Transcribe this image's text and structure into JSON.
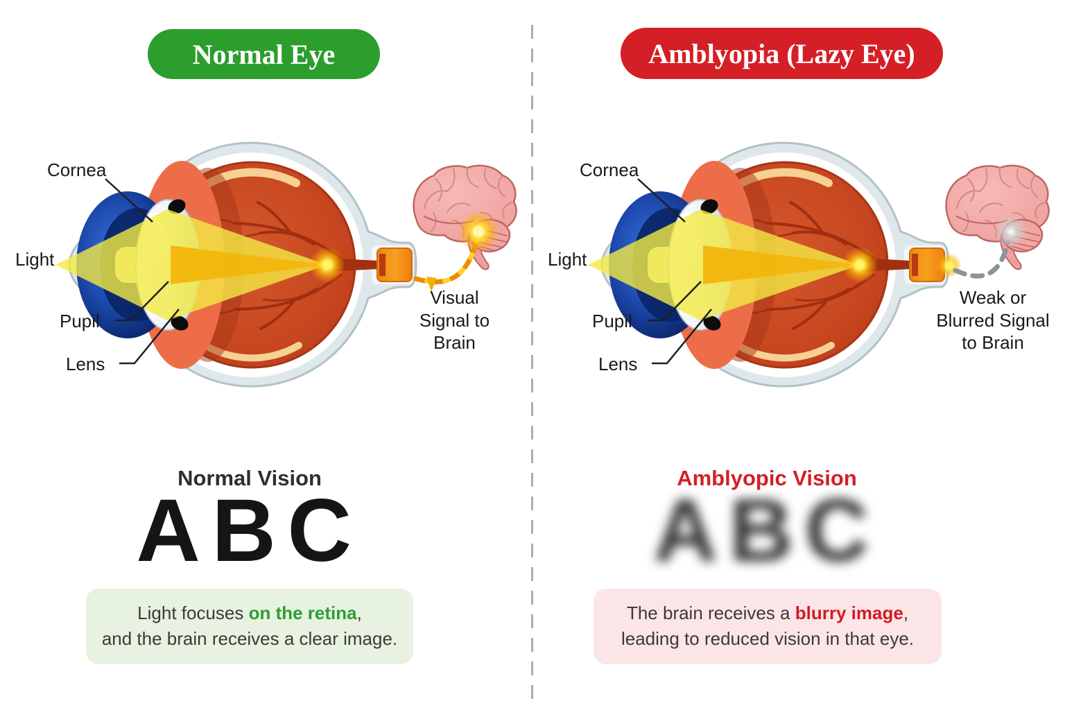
{
  "colors": {
    "normal_accent": "#2b9e2c",
    "amblyopia_accent": "#d41f26",
    "normal_box_bg": "#e7f2e1",
    "amblyopia_box_bg": "#fce5e7",
    "normal_signal": "#ef8b00",
    "amblyopia_signal": "#8e9499",
    "highlight_green": "#2f9e31",
    "highlight_red": "#cf1c24"
  },
  "left_panel": {
    "badge_label": "Normal Eye",
    "eye_labels": {
      "cornea": "Cornea",
      "light": "Light",
      "pupil": "Pupil",
      "lens": "Lens"
    },
    "signal_caption": "Visual\nSignal to\nBrain",
    "vision_title": "Normal Vision",
    "eye_chart_letters": "ABC",
    "caption_pre": "Light focuses ",
    "caption_highlight": "on the retina",
    "caption_mid": ",",
    "caption_line2": "and the brain receives a clear image."
  },
  "right_panel": {
    "badge_label": "Amblyopia (Lazy Eye)",
    "eye_labels": {
      "cornea": "Cornea",
      "light": "Light",
      "pupil": "Pupil",
      "lens": "Lens"
    },
    "signal_caption": "Weak or\nBlurred Signal\nto Brain",
    "vision_title": "Amblyopic Vision",
    "eye_chart_letters": "ABC",
    "caption_pre": "The brain receives a ",
    "caption_highlight": "blurry image",
    "caption_mid": ",",
    "caption_line2": "leading to reduced vision in that eye."
  }
}
